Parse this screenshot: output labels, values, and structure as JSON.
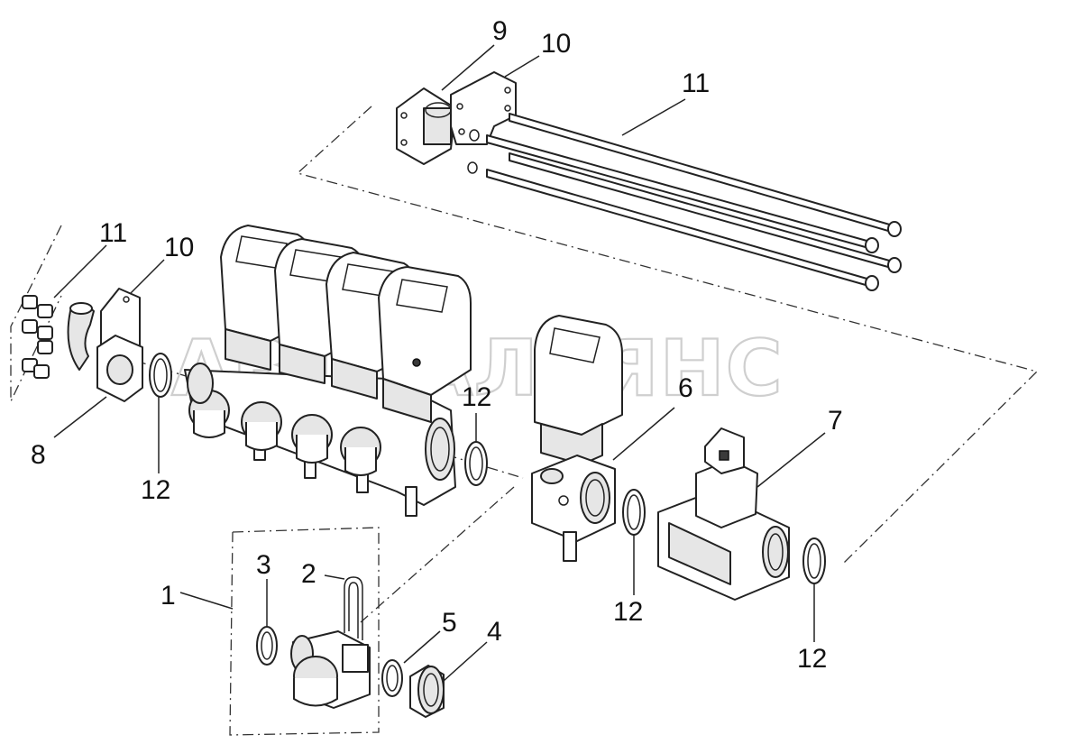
{
  "diagram": {
    "watermark": "АВТОАЛЬЯНС",
    "labels": {
      "n1": "1",
      "n2": "2",
      "n3": "3",
      "n4": "4",
      "n5": "5",
      "n6": "6",
      "n7": "7",
      "n8": "8",
      "n9": "9",
      "n10a": "10",
      "n10b": "10",
      "n11a": "11",
      "n11b": "11",
      "n12a": "12",
      "n12b": "12",
      "n12c": "12",
      "n12d": "12"
    }
  }
}
